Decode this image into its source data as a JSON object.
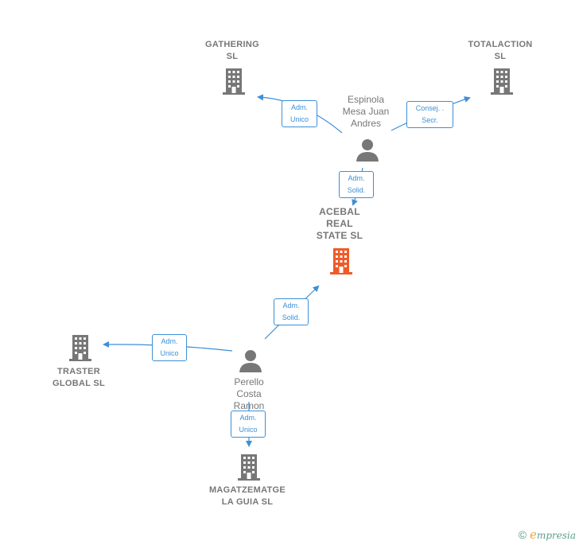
{
  "diagram": {
    "companies": {
      "gathering": "GATHERING\nSL",
      "totalaction": "TOTALACTION\nSL",
      "acebal": "ACEBAL\nREAL\nSTATE  SL",
      "traster": "TRASTER\nGLOBAL  SL",
      "magatzematge": "MAGATZEMATGE\nLA GUIA SL"
    },
    "persons": {
      "espinola": "Espinola\nMesa Juan\nAndres",
      "perello": "Perello\nCosta\nRamon"
    },
    "relations": {
      "espinola_gathering": "Adm.\nUnico",
      "espinola_totalaction": "Consej. .\nSecr.",
      "espinola_acebal": "Adm.\nSolid.",
      "perello_acebal": "Adm.\nSolid.",
      "perello_traster": "Adm.\nUnico",
      "perello_magatzematge": "Adm.\nUnico"
    },
    "colors": {
      "company": "#777777",
      "focus_company": "#f05a28",
      "person": "#777777",
      "edge": "#3d8fd6"
    },
    "icons": {
      "company": "building-icon",
      "person": "person-icon"
    }
  },
  "footer": {
    "copyright_symbol": "©",
    "brand_initial": "e",
    "brand_rest": "mpresia"
  }
}
